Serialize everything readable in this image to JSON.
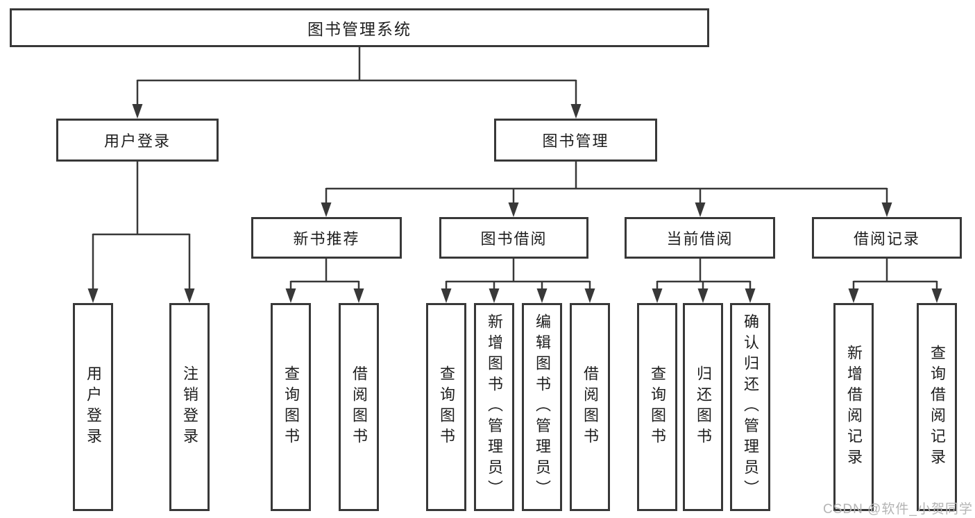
{
  "diagram": {
    "root": {
      "label": "图书管理系统"
    },
    "branches": [
      {
        "label": "用户登录",
        "children": [
          {
            "label": "用户登录"
          },
          {
            "label": "注销登录"
          }
        ]
      },
      {
        "label": "图书管理",
        "children": [
          {
            "label": "新书推荐",
            "children": [
              {
                "label": "查询图书"
              },
              {
                "label": "借阅图书"
              }
            ]
          },
          {
            "label": "图书借阅",
            "children": [
              {
                "label": "查询图书"
              },
              {
                "label": "新增图书（管理员）"
              },
              {
                "label": "编辑图书（管理员）"
              },
              {
                "label": "借阅图书"
              }
            ]
          },
          {
            "label": "当前借阅",
            "children": [
              {
                "label": "查询图书"
              },
              {
                "label": "归还图书"
              },
              {
                "label": "确认归还（管理员）"
              }
            ]
          },
          {
            "label": "借阅记录",
            "children": [
              {
                "label": "新增借阅记录"
              },
              {
                "label": "查询借阅记录"
              }
            ]
          }
        ]
      }
    ],
    "watermark": "CSDN @软件_小贺同学",
    "colors": {
      "line": "#383838",
      "text": "#1e1e1e",
      "watermark": "#b4b4b4",
      "background": "#ffffff"
    }
  }
}
